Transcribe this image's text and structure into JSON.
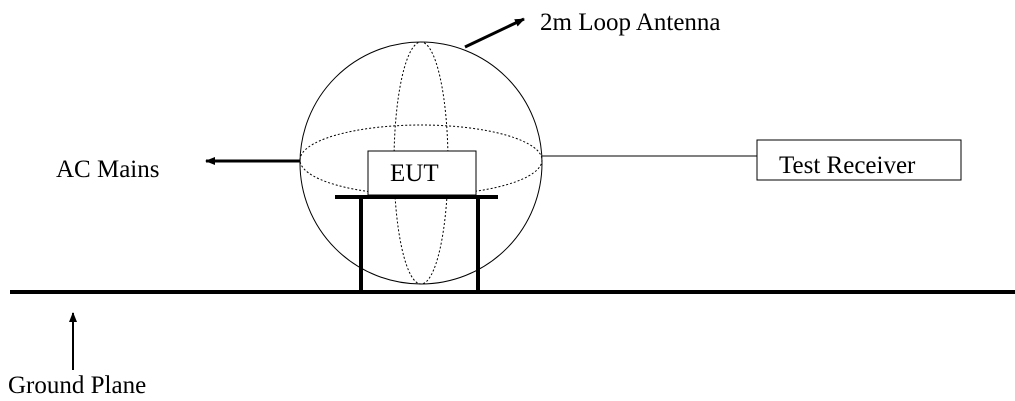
{
  "labels": {
    "antenna": "2m Loop Antenna",
    "ac_mains": "AC Mains",
    "eut": "EUT",
    "test_receiver": "Test Receiver",
    "ground_plane": "Ground Plane"
  },
  "colors": {
    "stroke": "#000000",
    "background": "#ffffff"
  }
}
